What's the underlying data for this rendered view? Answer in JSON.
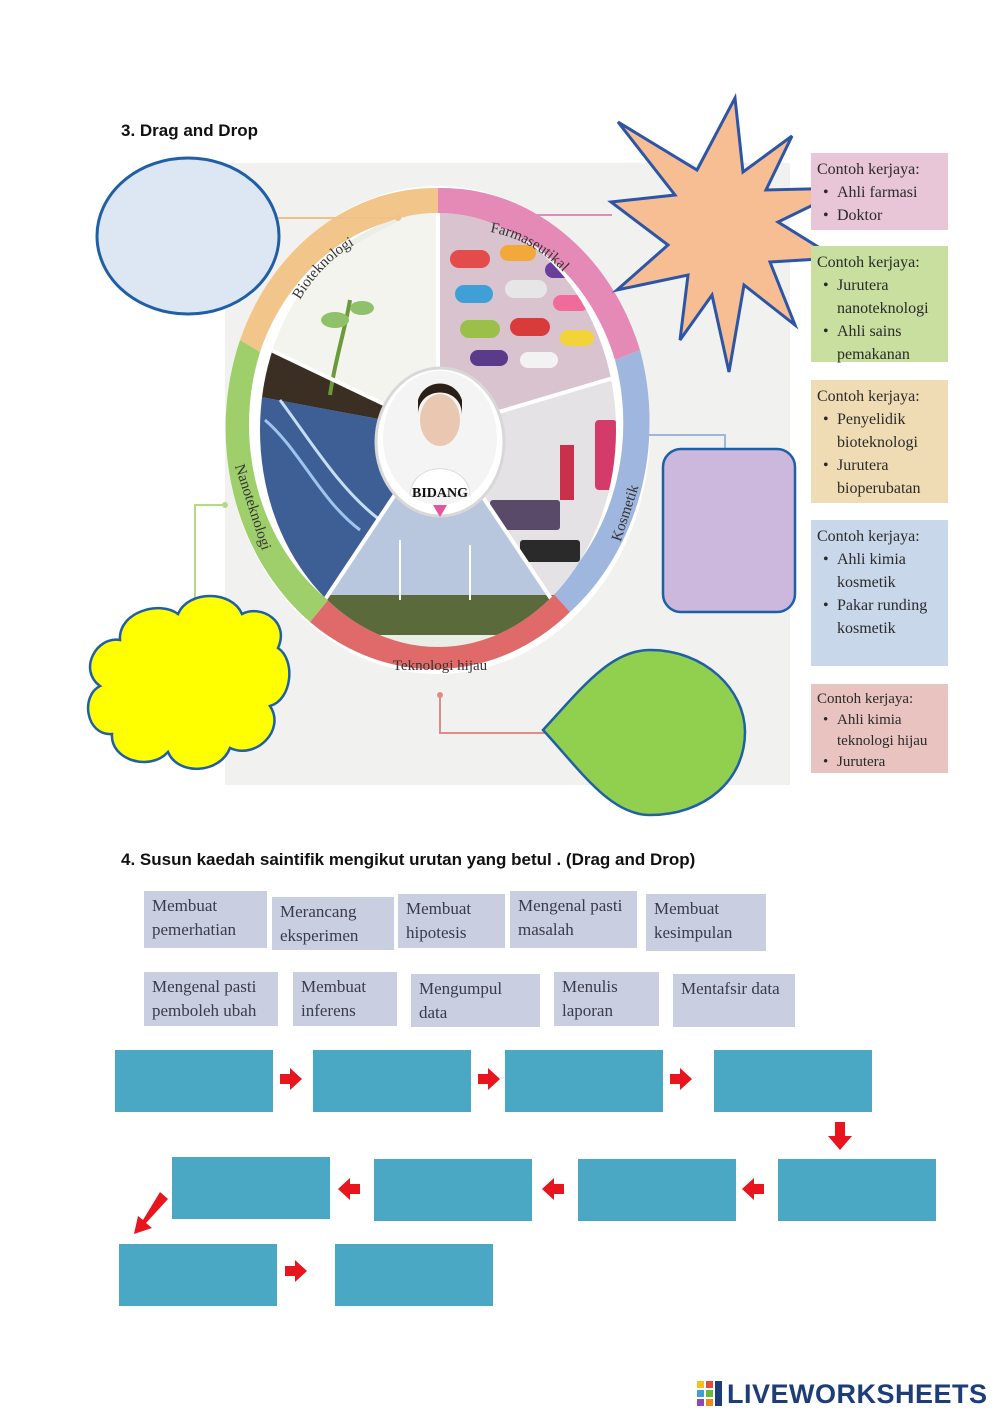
{
  "section3": {
    "title": "3.  Drag and Drop",
    "diagram": {
      "center_label": "BIDANG",
      "segments": [
        "Bioteknologi",
        "Farmaseutikal",
        "Kosmetik",
        "Teknologi hijau",
        "Nanoteknologi"
      ]
    },
    "answer_cards": [
      {
        "head": "Contoh kerjaya:",
        "items": [
          "Ahli farmasi",
          "Doktor"
        ],
        "color": "#e8c6d8"
      },
      {
        "head": "Contoh kerjaya:",
        "items": [
          "Jurutera nanoteknologi",
          "Ahli sains pemakanan"
        ],
        "color": "#c8dfa0"
      },
      {
        "head": "Contoh kerjaya:",
        "items": [
          "Penyelidik bioteknologi",
          "Jurutera bioperubatan"
        ],
        "color": "#f0dcb4"
      },
      {
        "head": "Contoh kerjaya:",
        "items": [
          "Ahli kimia kosmetik",
          "Pakar runding kosmetik"
        ],
        "color": "#c9d7ea"
      },
      {
        "head": "Contoh kerjaya:",
        "items": [
          "Ahli kimia teknologi hijau",
          "Jurutera"
        ],
        "color": "#e8c3c0"
      }
    ],
    "drop_shapes": {
      "ellipse_color": "#dde6f3",
      "star_color": "#f7bd93",
      "rounded_rect_color": "#cbb8dc",
      "cloud_color": "#ffff00",
      "teardrop_color": "#90d04e"
    }
  },
  "section4": {
    "title": "4.  Susun kaedah saintifik mengikut urutan yang betul . (Drag and Drop)",
    "tiles_row1": [
      "Membuat pemerhatian",
      "Merancang eksperimen",
      "Membuat hipotesis",
      "Mengenal pasti masalah",
      "Membuat kesimpulan"
    ],
    "tiles_row2": [
      "Mengenal pasti pemboleh ubah",
      "Membuat inferens",
      "Mengumpul data",
      "Menulis laporan",
      "Mentafsir data"
    ],
    "box_color": "#4aa8c4",
    "arrow_color": "#e8141e"
  },
  "footer": {
    "brand": "LIVEWORKSHEETS"
  }
}
